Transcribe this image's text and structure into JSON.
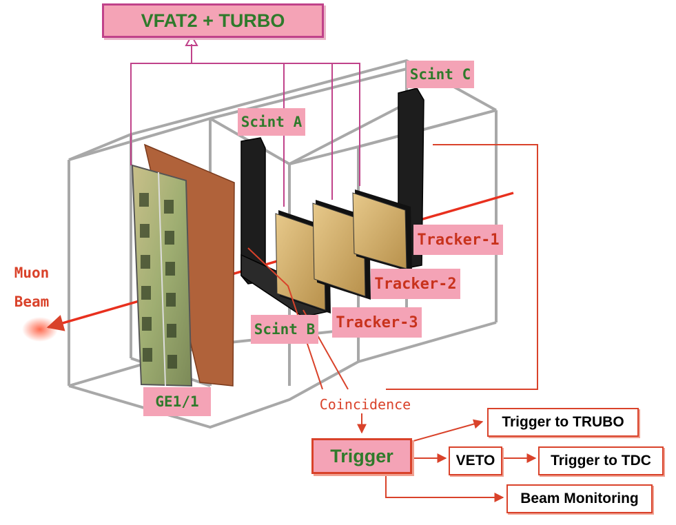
{
  "title": "VFAT2 + TURBO",
  "labels": {
    "scint_a": "Scint A",
    "scint_b": "Scint B",
    "scint_c": "Scint C",
    "tracker_1": "Tracker-1",
    "tracker_2": "Tracker-2",
    "tracker_3": "Tracker-3",
    "ge11": "GE1/1",
    "muon": "Muon",
    "beam": "Beam",
    "coincidence": "Coincidence"
  },
  "trigger": {
    "label": "Trigger",
    "outputs": {
      "trubo": "Trigger to TRUBO",
      "veto": "VETO",
      "tdc": "Trigger to TDC",
      "beam_monitoring": "Beam Monitoring"
    }
  },
  "colors": {
    "readout_lines": "#c0428a",
    "trigger_lines": "#d9422a",
    "label_fill": "#f4a3b6",
    "green_text": "#2f7a2b",
    "red_text": "#c8321c",
    "frame": "#a8a8a8",
    "beam": "#e8301e"
  }
}
